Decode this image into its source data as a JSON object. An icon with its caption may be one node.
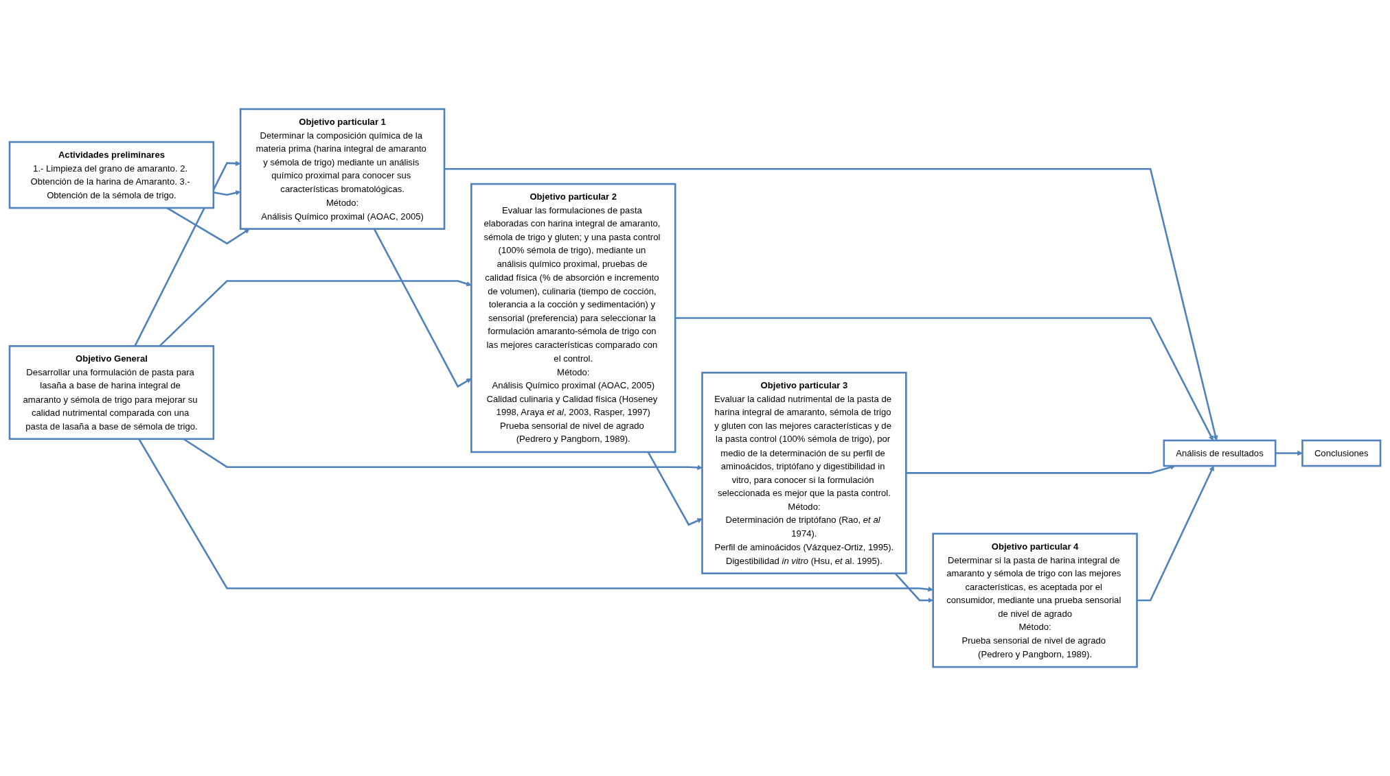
{
  "diagram": {
    "nodes": [
      {
        "text": [
          "Objetivo General",
          "Desarrollar una formulación de pasta para lasaña a base de harina integral de amaranto y sémola de trigo para mejorar su calidad nutrimental comparada con una pasta de lasaña a base de sémola de trigo."
        ]
      },
      {
        "text": [
          "Actividades preliminares",
          "1.- Limpieza del grano de amaranto. 2. Obtención de la harina de Amaranto. 3.- Obtención de la sémola de trigo."
        ]
      },
      {
        "text": [
          "Objetivo particular 1",
          "Determinar la composición química de la materia prima (harina integral de amaranto y sémola de trigo) mediante un análisis químico proximal para conocer sus características bromatológicas.",
          "Método:",
          "Análisis Químico proximal (AOAC, 2005)"
        ]
      },
      {
        "text": [
          "Objetivo particular 2",
          "Evaluar las formulaciones de pasta elaboradas con harina integral de amaranto, sémola de trigo y gluten; y una pasta control (100% sémola de trigo), mediante un análisis químico proximal, pruebas de calidad física (% de absorción e incremento de volumen), culinaria (tiempo de cocción, tolerancia a la cocción y sedimentación) y sensorial (preferencia) para seleccionar la formulación amaranto-sémola de trigo con las mejores características comparado con el control.",
          "Método:",
          "Análisis Químico proximal (AOAC, 2005)",
          "Calidad culinaria y Calidad física (Hoseney 1998, Araya *et al*, 2003, Rasper, 1997)",
          "Prueba sensorial de nivel de agrado (Pedrero y Pangborn, 1989)."
        ]
      },
      {
        "text": [
          "Objetivo particular 3",
          "Evaluar la calidad nutrimental de la pasta de harina integral de amaranto, sémola de trigo y gluten con las mejores características y de la pasta control (100% sémola de trigo), por medio de la determinación de su perfil de aminoácidos, triptófano y digestibilidad in vitro, para conocer si la formulación seleccionada es mejor que la pasta control.",
          "Método:",
          "Determinación de triptófano (Rao, *et al* 1974).",
          "Perfil de aminoácidos (Vázquez-Ortiz, 1995).",
          "Digestibilidad *in vitro* (Hsu, *et* al. 1995)."
        ]
      },
      {
        "text": [
          "Objetivo particular 4",
          "Determinar si la pasta de harina integral de amaranto y sémola de trigo con las mejores características, es aceptada por el consumidor, mediante una prueba sensorial de nivel de agrado",
          "Método:",
          "Prueba sensorial de nivel de agrado (Pedrero y Pangborn, 1989)."
        ]
      },
      {
        "text": [
          "Análisis de resultados"
        ]
      },
      {
        "text": [
          "Conclusiones"
        ]
      }
    ],
    "edges": [
      {
        "from": 0,
        "to": 2,
        "arrow": "to"
      },
      {
        "from": 0,
        "to": 3,
        "arrow": "to"
      },
      {
        "from": 0,
        "to": 4,
        "arrow": "to"
      },
      {
        "from": 0,
        "to": 5,
        "arrow": "to"
      },
      {
        "from": 1,
        "to": 2,
        "arrow": "to"
      },
      {
        "from": 1,
        "to": 2,
        "arrow": "to"
      },
      {
        "from": 2,
        "to": 3,
        "arrow": "to"
      },
      {
        "from": 2,
        "to": 6,
        "arrow": "to"
      },
      {
        "from": 3,
        "to": 4,
        "arrow": "to"
      },
      {
        "from": 4,
        "to": 5,
        "arrow": "to"
      },
      {
        "from": 3,
        "to": 6,
        "arrow": "to"
      },
      {
        "from": 4,
        "to": 6,
        "arrow": "to"
      },
      {
        "from": 5,
        "to": 6,
        "arrow": "to"
      },
      {
        "from": 6,
        "to": 7,
        "arrow": "to"
      }
    ]
  }
}
